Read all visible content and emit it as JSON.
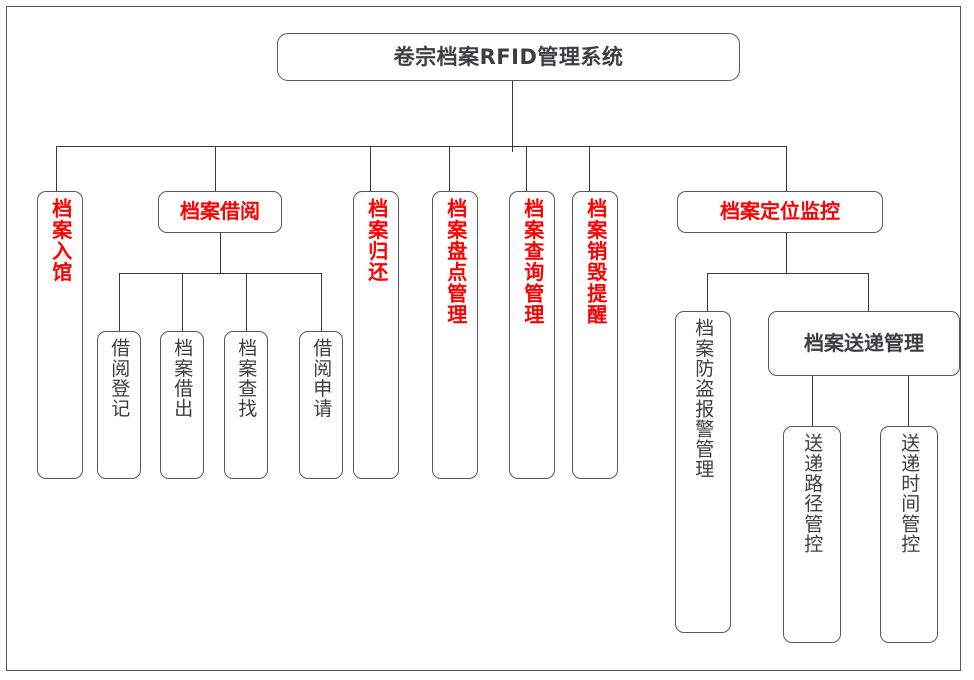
{
  "diagram": {
    "title": "卷宗档案RFID管理系统",
    "colors": {
      "level1_text": "#3d3d45",
      "level2_text": "#ff0000",
      "leaf_text": "#3d3d45",
      "box_border": "#58585a",
      "connector": "#3a3a3c",
      "background": "#ffffff"
    },
    "root": {
      "label": "卷宗档案RFID管理系统"
    },
    "level2": [
      {
        "label": "档案入馆",
        "orientation": "vertical",
        "color": "red"
      },
      {
        "label": "档案借阅",
        "orientation": "horizontal",
        "color": "red"
      },
      {
        "label": "档案归还",
        "orientation": "vertical",
        "color": "red"
      },
      {
        "label": "档案盘点管理",
        "orientation": "vertical",
        "color": "red"
      },
      {
        "label": "档案查询管理",
        "orientation": "vertical",
        "color": "red"
      },
      {
        "label": "档案销毁提醒",
        "orientation": "vertical",
        "color": "red"
      },
      {
        "label": "档案定位监控",
        "orientation": "horizontal",
        "color": "red"
      }
    ],
    "jieyue_children": [
      {
        "label": "借阅登记",
        "orientation": "vertical",
        "color": "black"
      },
      {
        "label": "档案借出",
        "orientation": "vertical",
        "color": "black"
      },
      {
        "label": "档案查找",
        "orientation": "vertical",
        "color": "black"
      },
      {
        "label": "借阅申请",
        "orientation": "vertical",
        "color": "black"
      }
    ],
    "dingwei_children": [
      {
        "label": "档案防盗报警管理",
        "orientation": "vertical",
        "color": "black"
      },
      {
        "label": "档案送递管理",
        "orientation": "horizontal",
        "color": "black"
      }
    ],
    "songdi_children": [
      {
        "label": "送递路径管控",
        "orientation": "vertical",
        "color": "black"
      },
      {
        "label": "送递时间管控",
        "orientation": "vertical",
        "color": "black"
      }
    ]
  }
}
